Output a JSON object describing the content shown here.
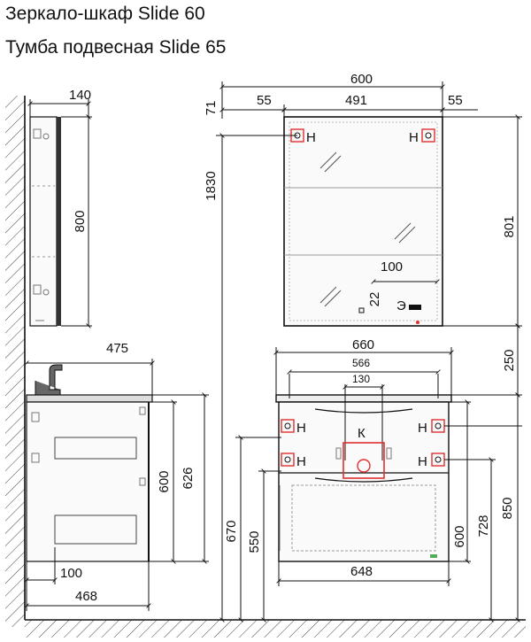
{
  "titles": {
    "line1": "Зеркало-шкаф Slide 60",
    "line2": "Тумба подвесная Slide 65"
  },
  "dimensions": {
    "mirror_side_depth": "140",
    "mirror_side_height": "800",
    "vanity_side_depth": "475",
    "vanity_side_body_height": "600",
    "vanity_side_total_height": "626",
    "vanity_side_offset": "100",
    "vanity_side_body_depth": "468",
    "mirror_width": "600",
    "mirror_left_offset": "55",
    "mirror_inner_width": "491",
    "mirror_right_offset": "55",
    "top_gap": "71",
    "total_height": "1830",
    "mirror_height": "801",
    "socket_offset_x": "100",
    "socket_offset_y": "22",
    "gap_mirror_vanity": "250",
    "countertop_width": "660",
    "inner_width": "566",
    "outlet_width": "130",
    "floor_to_top": "670",
    "floor_to_body": "550",
    "body_height": "600",
    "body_height_right": "728",
    "vanity_total_height": "850",
    "body_width": "648"
  },
  "markers": {
    "mount_point": "Н",
    "sewer": "К",
    "electric": "Э"
  },
  "colors": {
    "line": "#111111",
    "accent": "#e03030",
    "hatch": "#444444"
  }
}
